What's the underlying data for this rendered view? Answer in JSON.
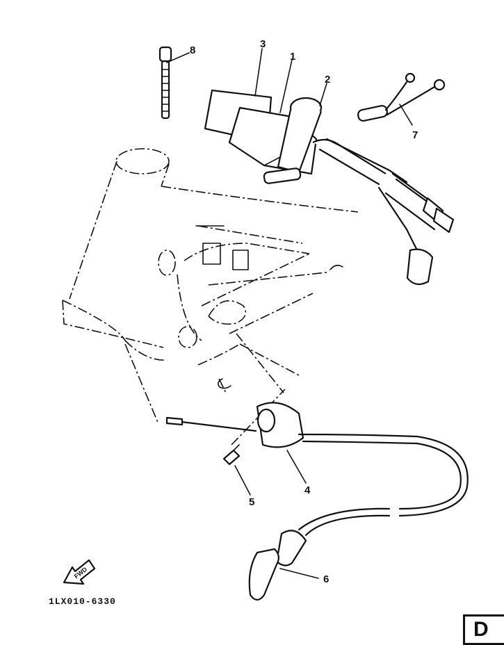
{
  "callouts": [
    {
      "id": "cdi-unit",
      "label": "1"
    },
    {
      "id": "band",
      "label": "2"
    },
    {
      "id": "bracket",
      "label": "3"
    },
    {
      "id": "ignition-coil",
      "label": "4"
    },
    {
      "id": "bolt",
      "label": "5"
    },
    {
      "id": "spark-plug-cap",
      "label": "6"
    },
    {
      "id": "lead-wire",
      "label": "7"
    },
    {
      "id": "cable-tie",
      "label": "8"
    }
  ],
  "fwd_arrow": {
    "label": "FWD"
  },
  "catalog_code": "1LX010-6330",
  "page_tab": "D"
}
